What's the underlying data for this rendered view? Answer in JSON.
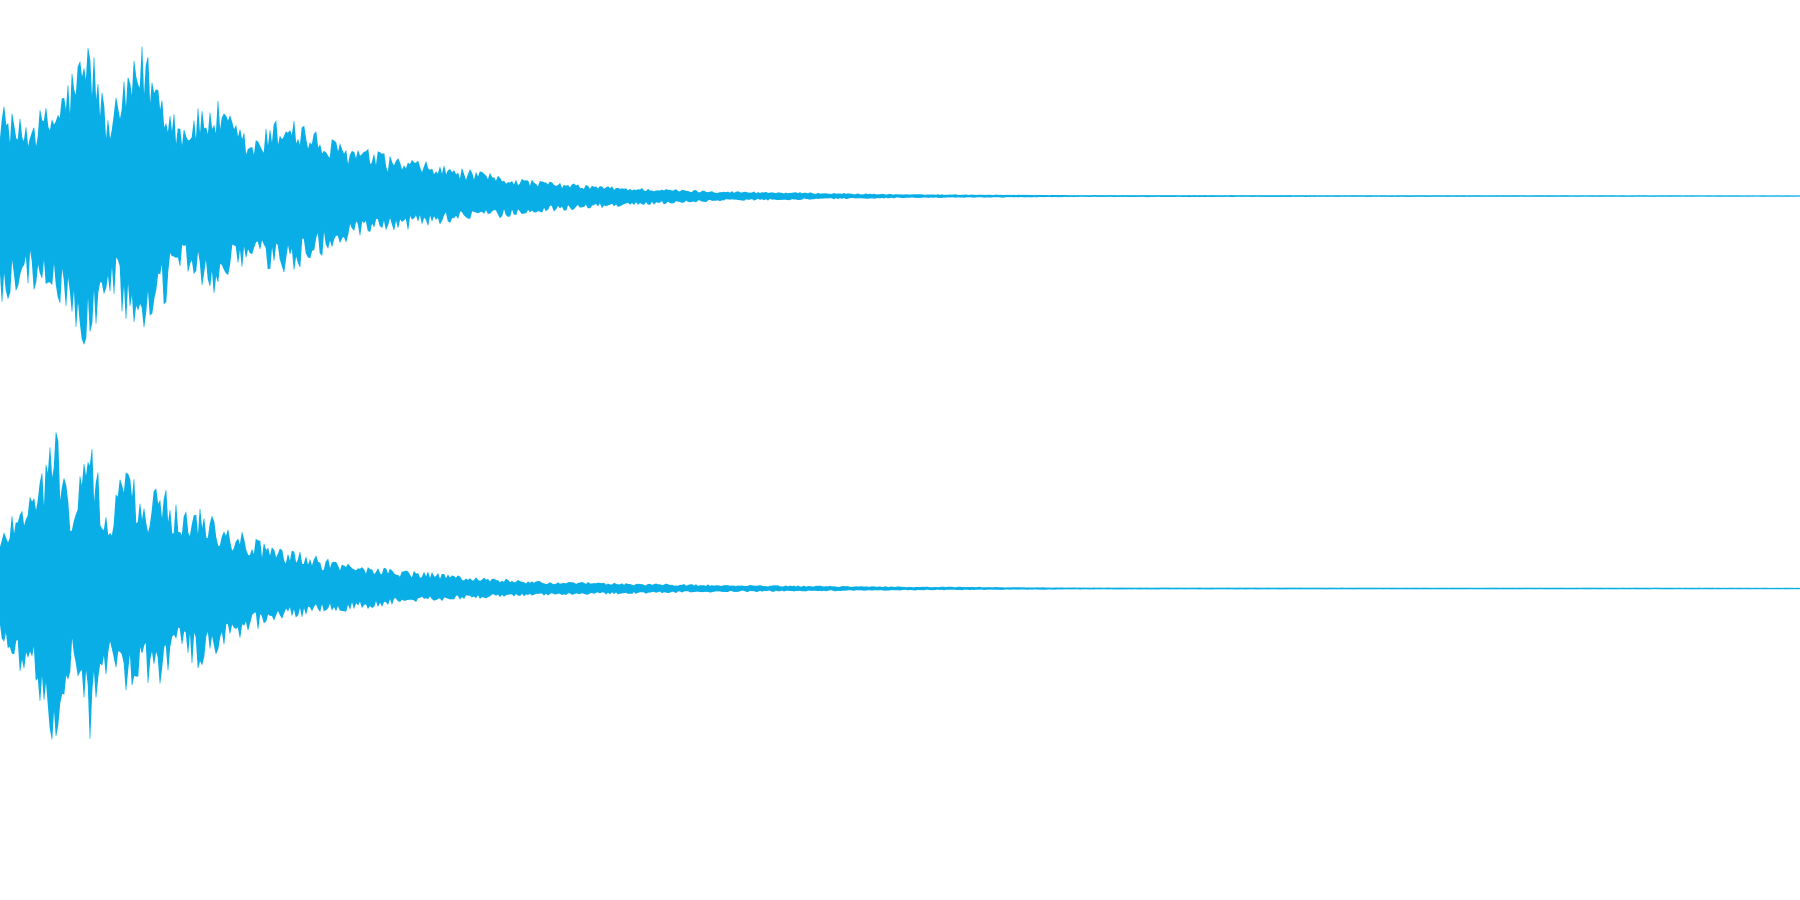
{
  "colors": {
    "waveform": "#0aaee6",
    "background": "#ffffff"
  },
  "chart_data": {
    "type": "area",
    "title": "",
    "xlabel": "",
    "ylabel": "",
    "grid": false,
    "legend": "none",
    "channels": [
      {
        "envelope": {
          "t": [
            0.0,
            0.01,
            0.03,
            0.05,
            0.06,
            0.08,
            0.1,
            0.12,
            0.14,
            0.16,
            0.18,
            0.2,
            0.22,
            0.25,
            0.28,
            0.31,
            0.35,
            0.4,
            0.5,
            0.6,
            1.0
          ],
          "upper": [
            0.59,
            0.46,
            0.57,
            0.99,
            0.49,
            0.95,
            0.47,
            0.59,
            0.34,
            0.53,
            0.36,
            0.3,
            0.24,
            0.18,
            0.12,
            0.08,
            0.05,
            0.03,
            0.01,
            0.004,
            0.002
          ],
          "lower": [
            0.79,
            0.55,
            0.6,
            0.99,
            0.58,
            0.95,
            0.48,
            0.6,
            0.43,
            0.5,
            0.35,
            0.26,
            0.22,
            0.16,
            0.13,
            0.09,
            0.06,
            0.03,
            0.012,
            0.005,
            0.002
          ]
        }
      },
      {
        "envelope": {
          "t": [
            0.0,
            0.01,
            0.02,
            0.03,
            0.04,
            0.05,
            0.06,
            0.07,
            0.08,
            0.09,
            0.1,
            0.11,
            0.13,
            0.15,
            0.17,
            0.2,
            0.23,
            0.26,
            0.3,
            0.35,
            0.4,
            0.5,
            0.6,
            1.0
          ],
          "upper": [
            0.29,
            0.56,
            0.59,
            0.99,
            0.5,
            0.86,
            0.42,
            0.77,
            0.52,
            0.61,
            0.47,
            0.5,
            0.36,
            0.25,
            0.2,
            0.14,
            0.1,
            0.07,
            0.04,
            0.03,
            0.02,
            0.01,
            0.004,
            0.002
          ],
          "lower": [
            0.31,
            0.46,
            0.56,
            0.99,
            0.43,
            0.86,
            0.48,
            0.6,
            0.54,
            0.62,
            0.37,
            0.46,
            0.3,
            0.2,
            0.16,
            0.12,
            0.08,
            0.06,
            0.04,
            0.03,
            0.02,
            0.01,
            0.004,
            0.002
          ]
        }
      }
    ]
  }
}
